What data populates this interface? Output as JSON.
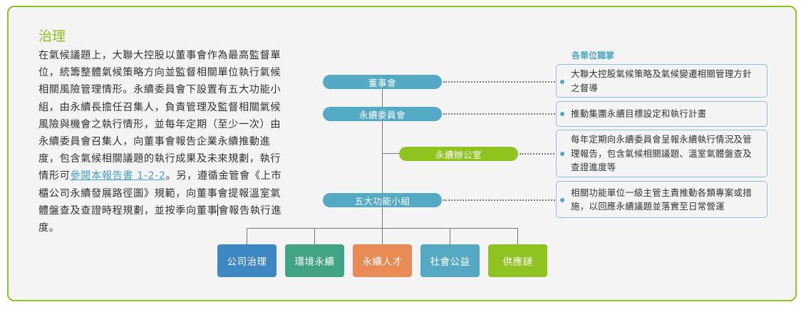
{
  "section": {
    "title": "治理",
    "paragraph_before_link": "在氣候議題上，大聯大控股以董事會作為最高監督單位，統籌整體氣候策略方向並監督相關單位執行氣候相關風險管理情形。永續委員會下設置有五大功能小組，由永續長擔任召集人，負責管理及監督相關氣候風險與機會之執行情形，並每年定期（至少一次）由永續委員會召集人，向董事會報告企業永續推動進度，包含氣候相關議題的執行成果及未來規劃，執行情形可",
    "link_text": "參閱本報告書 1-2-2",
    "paragraph_after_link_1": "。另，遵循金管會《上市櫃公司永續發展路徑圖》規範，向董事會提報溫室氣體盤查及查證時程規劃，並按季向董事",
    "paragraph_after_link_2": "會報告執行進度。"
  },
  "org_chart": {
    "nodes": {
      "board": "董事會",
      "committee": "永續委員會",
      "office": "永續辦公室",
      "groups": "五大功能小組"
    },
    "units": [
      {
        "label": "公司治理",
        "color": "#3d87c2"
      },
      {
        "label": "環境永續",
        "color": "#40a384"
      },
      {
        "label": "永續人才",
        "color": "#e98a55"
      },
      {
        "label": "社會公益",
        "color": "#55a9c2"
      },
      {
        "label": "供應鏈",
        "color": "#8fc31f"
      }
    ]
  },
  "responsibilities": {
    "title": "各單位職掌",
    "items": [
      "大聯大控股氣候策略及氣候變遷相關管理方針之督導",
      "推動集團永續目標設定和執行計畫",
      "每年定期向永續委員會呈報永續執行情況及管理報告，包含氣候相關議題、溫室氣體盤查及查證進度等",
      "相關功能單位一級主管主責推動各類專案或措施，以回應永續議題並落實至日常營運"
    ]
  },
  "colors": {
    "accent_green": "#8fc31f",
    "accent_blue": "#54a9c4",
    "link": "#4aa3c2"
  }
}
